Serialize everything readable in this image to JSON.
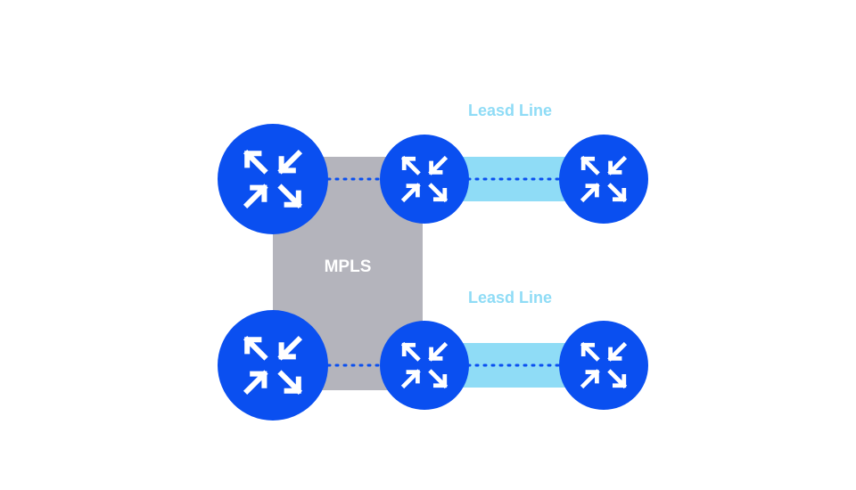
{
  "mpls": {
    "label": "MPLS"
  },
  "leased_lines": [
    {
      "label": "Leasd Line"
    },
    {
      "label": "Leasd Line"
    }
  ],
  "routers": [
    {
      "id": "router-top-left",
      "icon": "router-arrows-icon"
    },
    {
      "id": "router-top-middle",
      "icon": "router-arrows-icon"
    },
    {
      "id": "router-top-right",
      "icon": "router-arrows-icon"
    },
    {
      "id": "router-bottom-left",
      "icon": "router-arrows-icon"
    },
    {
      "id": "router-bottom-middle",
      "icon": "router-arrows-icon"
    },
    {
      "id": "router-bottom-right",
      "icon": "router-arrows-icon"
    }
  ],
  "colors": {
    "router": "#0a4ff0",
    "mpls_cloud": "#b4b4bc",
    "leased_line": "#8fdcf6",
    "leased_label": "#8fdcf6",
    "link_dots": "#0a4ff0",
    "icon": "#ffffff",
    "background": "#ffffff"
  }
}
